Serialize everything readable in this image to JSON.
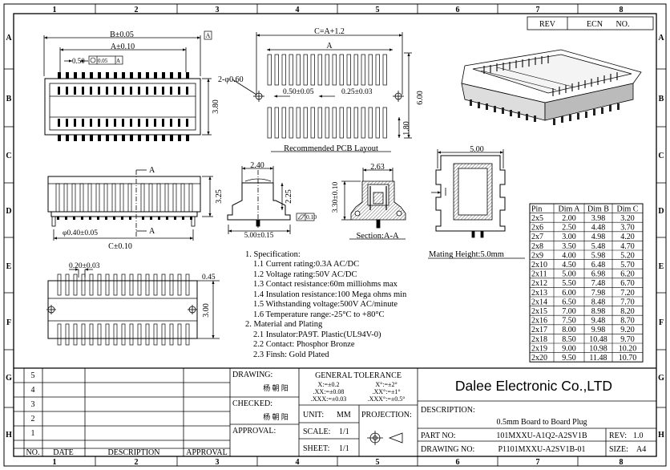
{
  "frame": {
    "columns": [
      "1",
      "2",
      "3",
      "4",
      "5",
      "6",
      "7",
      "8"
    ],
    "rows": [
      "A",
      "B",
      "C",
      "D",
      "E",
      "F",
      "G",
      "H"
    ]
  },
  "revision_block": {
    "rev_label": "REV",
    "ecn_label": "ECN",
    "no_label": "NO."
  },
  "top_view": {
    "dim_b": "B±0.05",
    "dim_a": "A±0.10",
    "flatness": "0.50",
    "tolerance_frame": "0.05",
    "datum": "A",
    "datum_box": "A",
    "height": "3.80"
  },
  "pcb_layout": {
    "dim_c": "C=A+1.2",
    "dim_a": "A",
    "hole_label": "2-φ0.60",
    "pitch": "0.50±0.05",
    "pad_width": "0.25±0.03",
    "overall_height": "6.00",
    "pad_length": "1.80",
    "caption": "Recommended PCB Layout"
  },
  "iso_view": {},
  "front_view": {
    "section_marker_top": "A",
    "section_marker_bottom": "A",
    "height": "3.25",
    "peg_diameter": "φ0.40±0.05",
    "dim_c": "C±0.10"
  },
  "side_view": {
    "width": "2.40",
    "height": "2.25",
    "flatness": "0.10",
    "base_width": "5.00±0.15"
  },
  "section_view": {
    "width": "2.63",
    "height": "3.30±0.10",
    "caption": "Section:A-A"
  },
  "mating_view": {
    "width": "5.00",
    "caption": "Mating Height:5.0mm"
  },
  "bottom_view": {
    "pad": "0.20±0.03",
    "offset": "0.45",
    "height": "3.00"
  },
  "specification": {
    "lines": [
      "1. Specification:",
      "1.1 Current rating:0.3A AC/DC",
      "1.2 Voltage rating:50V AC/DC",
      "1.3 Contact resistance:60m milliohms max",
      "1.4 Insulation resistance:100 Mega ohms min",
      "1.5 Withstanding voltage:500V AC/minute",
      "1.6 Temperature range:-25°C to +80°C",
      "2. Material and Plating",
      "2.1 Insulator:PA9T. Plastic(UL94V-0)",
      "2.2 Contact: Phosphor Bronze",
      "2.3 Finsh: Gold Plated"
    ]
  },
  "dim_table": {
    "headers": [
      "Pin",
      "Dim A",
      "Dim B",
      "Dim C"
    ],
    "rows": [
      [
        "2x5",
        "2.00",
        "3.98",
        "3.20"
      ],
      [
        "2x6",
        "2.50",
        "4.48",
        "3.70"
      ],
      [
        "2x7",
        "3.00",
        "4.98",
        "4.20"
      ],
      [
        "2x8",
        "3.50",
        "5.48",
        "4.70"
      ],
      [
        "2x9",
        "4.00",
        "5.98",
        "5.20"
      ],
      [
        "2x10",
        "4.50",
        "6.48",
        "5.70"
      ],
      [
        "2x11",
        "5.00",
        "6.98",
        "6.20"
      ],
      [
        "2x12",
        "5.50",
        "7.48",
        "6.70"
      ],
      [
        "2x13",
        "6.00",
        "7.98",
        "7.20"
      ],
      [
        "2x14",
        "6.50",
        "8.48",
        "7.70"
      ],
      [
        "2x15",
        "7.00",
        "8.98",
        "8.20"
      ],
      [
        "2x16",
        "7.50",
        "9.48",
        "8.70"
      ],
      [
        "2x17",
        "8.00",
        "9.98",
        "9.20"
      ],
      [
        "2x18",
        "8.50",
        "10.48",
        "9.70"
      ],
      [
        "2x19",
        "9.00",
        "10.98",
        "10.20"
      ],
      [
        "2x20",
        "9.50",
        "11.48",
        "10.70"
      ]
    ]
  },
  "title_block": {
    "rev_rows": [
      "5",
      "4",
      "3",
      "2",
      "1"
    ],
    "col_no": "NO.",
    "col_date": "DATE",
    "col_description": "DESCRIPTION",
    "col_approval": "APPROVAL",
    "drawing_label": "DRAWING:",
    "drawing_signature": "杨 朝 阳",
    "checked_label": "CHECKED:",
    "checked_signature": "杨 朝 阳",
    "approval_label": "APPROVAL:",
    "general_tolerance": "GENERAL TOLERANCE",
    "tol_x": "X:=±0.2",
    "tol_xx": ".XX:=±0.08",
    "tol_xxx": ".XXX:=±0.03",
    "tol_ang1": "X°:=±2°",
    "tol_ang2": ".XX°:=±1°",
    "tol_ang3": ".XXX°:=±0.5°",
    "unit_label": "UNIT:",
    "unit_value": "MM",
    "projection_label": "PROJECTION:",
    "scale_label": "SCALE:",
    "scale_value": "1/1",
    "sheet_label": "SHEET:",
    "sheet_value": "1/1",
    "company": "Dalee Electronic Co.,LTD",
    "description_label": "DESCRIPTION:",
    "description_value": "0.5mm Board to Board Plug",
    "part_no_label": "PART NO:",
    "part_no_value": "101MXXU-A1Q2-A2SV1B",
    "rev_label": "REV:",
    "rev_value": "1.0",
    "drawing_no_label": "DRAWING NO:",
    "drawing_no_value": "P1101MXXU-A2SV1B-01",
    "size_label": "SIZE:",
    "size_value": "A4"
  }
}
